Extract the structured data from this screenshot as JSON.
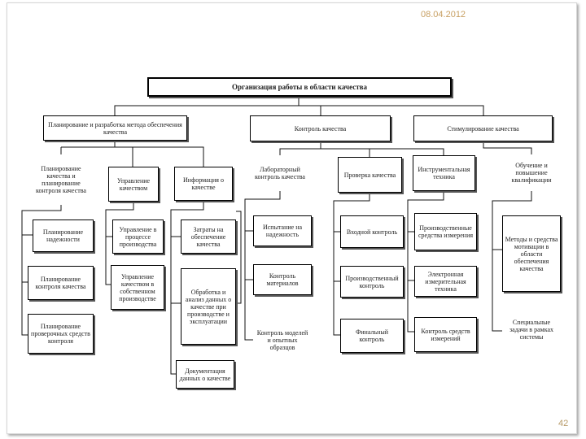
{
  "header": {
    "date": "08.04.2012"
  },
  "footer": {
    "page_number": "42"
  },
  "diagram": {
    "root": "Организация работы в области качества",
    "branches": [
      {
        "label": "Планирование и разработка метода обеспечения качества",
        "children": [
          {
            "label": "Планирование качества и планирование контроля качества"
          },
          {
            "label": "Управление качеством"
          },
          {
            "label": "Информация о качестве"
          }
        ]
      },
      {
        "label": "Контроль качества",
        "children": [
          {
            "label": "Лабораторный контроль качества"
          },
          {
            "label": "Проверка качества"
          },
          {
            "label": "Инструментальная техника"
          }
        ]
      },
      {
        "label": "Стимулирование качества",
        "children": [
          {
            "label": "Обучение и повышение квалификации"
          }
        ]
      }
    ],
    "leaves": {
      "planning": [
        "Планирование надежности",
        "Планирование контроля качества",
        "Планирование проверочных средств контроля"
      ],
      "management": [
        "Управление в процессе производства",
        "Управление качеством в собственном производстве"
      ],
      "information": [
        "Затраты на обеспечение качества",
        "Обработка и анализ данных о качестве при производстве и эксплуатации",
        "Документация данных о качестве"
      ],
      "lab_control": [
        "Испытание на надежность",
        "Контроль материалов",
        "Контроль моделей и опытных образцов"
      ],
      "quality_check": [
        "Входной контроль",
        "Производственный контроль",
        "Финальный контроль"
      ],
      "instrumental": [
        "Производственные средства измерения",
        "Электронная измерительная техника",
        "Контроль средств измерений"
      ],
      "training": [
        "Методы и средства мотивации в области обеспечения качества",
        "Специальные задачи в рамках системы"
      ]
    }
  }
}
